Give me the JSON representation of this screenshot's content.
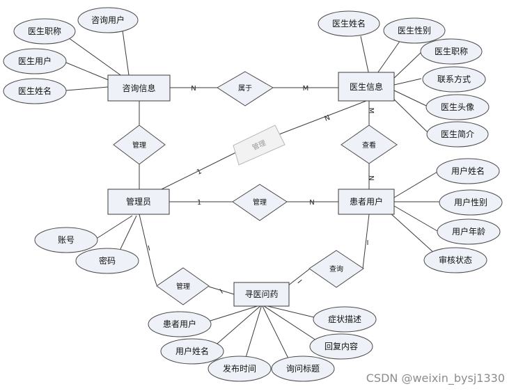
{
  "entities": {
    "consult_info": "咨询信息",
    "doctor_info": "医生信息",
    "admin": "管理员",
    "patient_user": "患者用户",
    "seek_medicine": "寻医问药"
  },
  "relationships": {
    "belongs_to": "属于",
    "manage_left": "管理",
    "manage_faded": "管理",
    "manage_middle": "管理",
    "view": "查看",
    "query": "查询",
    "manage_bottom": "管理"
  },
  "attributes": {
    "consult_user": "咨询用户",
    "consult_doctor_title": "医生职称",
    "consult_doctor_user": "医生用户",
    "consult_doctor_name": "医生姓名",
    "doctor_name": "医生姓名",
    "doctor_gender": "医生性别",
    "doctor_title": "医生职称",
    "doctor_contact": "联系方式",
    "doctor_avatar": "医生头像",
    "doctor_intro": "医生简介",
    "patient_name": "用户姓名",
    "patient_gender": "用户性别",
    "patient_age": "用户年龄",
    "patient_review": "审核状态",
    "admin_account": "账号",
    "admin_password": "密码",
    "seek_patient_user": "患者用户",
    "seek_user_name": "用户姓名",
    "seek_publish_time": "发布时间",
    "seek_question_title": "询问标题",
    "seek_reply": "回复内容",
    "seek_symptom": "症状描述"
  },
  "cardinalities": {
    "consult_belongs": "N",
    "belongs_doctor": "M",
    "faded_doctor": "N",
    "admin_faded": "1",
    "doctor_view": "M",
    "view_patient": "N",
    "admin_manage": "1",
    "manage_patient": "N",
    "patient_query": "I",
    "query_seek": "I",
    "admin_manage_bottom": "I",
    "manage_bottom_seek": "I"
  },
  "watermark": "CSDN @weixin_bysj1330"
}
